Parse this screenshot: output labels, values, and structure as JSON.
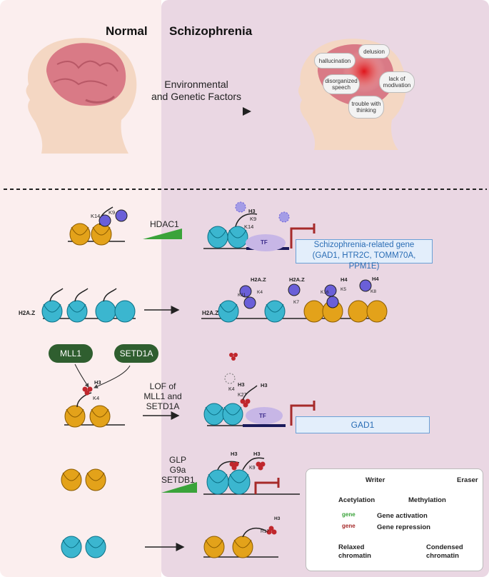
{
  "headings": {
    "normal": "Normal",
    "schizophrenia": "Schizophrenia"
  },
  "factors_label": [
    "Environmental",
    "and Genetic Factors"
  ],
  "symptoms": [
    "hallucination",
    "delusion",
    "disorganized speech",
    "lack of modivation",
    "trouble with thinking"
  ],
  "row1": {
    "marks": [
      "K14",
      "K9"
    ],
    "enzyme": "HDAC1",
    "scz_marks": [
      "H3",
      "K9",
      "K14"
    ],
    "tf": "TF",
    "gene_box": [
      "Schizophrenia-related gene",
      "(GAD1, HTR2C, TOMM70A, PPM1E)"
    ]
  },
  "row2": {
    "left_label": "H2A.Z",
    "right_label": "H2A.Z",
    "groups": [
      {
        "variant": "H2A.Z",
        "marks": [
          "K11",
          "K4"
        ]
      },
      {
        "variant": "H2A.Z",
        "marks": [
          "K7"
        ]
      },
      {
        "variant": "H4",
        "marks": [
          "K16",
          "K5"
        ]
      },
      {
        "variant": "H4",
        "marks": [
          "K8"
        ]
      }
    ]
  },
  "row3": {
    "writers": [
      "MLL1",
      "SETD1A"
    ],
    "histone": "H3",
    "mark": "K4",
    "arrow_label": [
      "LOF of",
      "MLL1 and",
      "SETD1A"
    ],
    "scz_marks": [
      "H3",
      "K4",
      "K27",
      "H3"
    ],
    "tf": "TF",
    "gene_box": "GAD1"
  },
  "row4": {
    "enzymes": [
      "GLP",
      "G9a",
      "SETDB1"
    ],
    "marks": [
      "H3",
      "H3",
      "K9"
    ]
  },
  "row5": {
    "histone": "H3",
    "mark": "R17"
  },
  "legend": {
    "writer": "Writer",
    "eraser": "Eraser",
    "acetylation": "Acetylation",
    "methylation": "Methylation",
    "gene_word": "gene",
    "gene_activation": "Gene activation",
    "gene_repression": "Gene repression",
    "relaxed": [
      "Relaxed",
      "chromatin"
    ],
    "condensed": [
      "Condensed",
      "chromatin"
    ]
  },
  "colors": {
    "normal_bg": "#fbeeee",
    "scz_bg": "#ead7e3",
    "orange_nucleosome": "#e3a21a",
    "blue_nucleosome": "#3bb6cf",
    "acetyl": "#6a5fd8",
    "methyl": "#c0272d",
    "writer": "#2f5e2f",
    "eraser": "#8a2a6a",
    "gene_box": "#e3eefb",
    "repress": "#a62a2a",
    "green": "#3aa33a"
  }
}
